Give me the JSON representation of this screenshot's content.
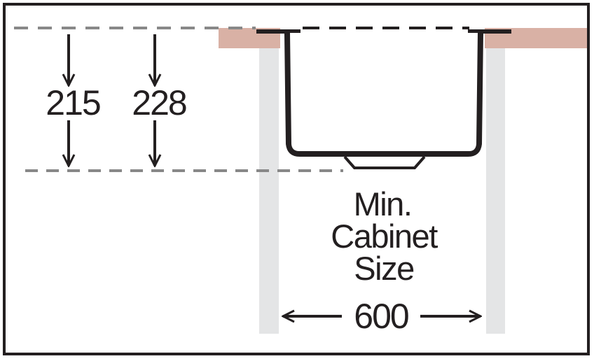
{
  "dimensions": {
    "depth_a": "215",
    "depth_b": "228",
    "cabinet_width": "600"
  },
  "label": {
    "line1": "Min.",
    "line2": "Cabinet",
    "line3": "Size"
  },
  "colors": {
    "frame": "#231f20",
    "worktop": "#d9b1a5",
    "cabinet_side": "#e4e5e6",
    "dashed_guide": "#888888",
    "sink": "#231f20"
  }
}
